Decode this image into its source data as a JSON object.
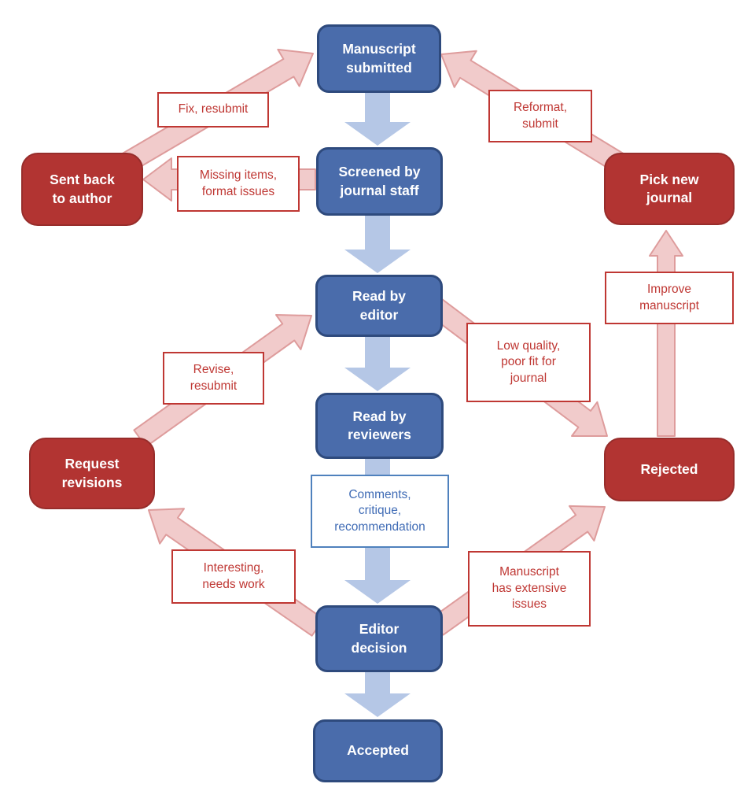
{
  "diagram_title": "Manuscript submission and review flowchart",
  "colors": {
    "background": "#FFFFFF",
    "process_node_fill": "#4A6CAB",
    "process_node_border": "#2E4A7D",
    "process_node_text": "#FFFFFF",
    "outcome_node_fill": "#B23432",
    "outcome_node_border": "#972D2B",
    "outcome_node_text": "#FFFFFF",
    "forward_arrow_fill": "#B5C7E6",
    "loop_arrow_fill": "#F1CBCB",
    "loop_arrow_stroke": "#DE9C9C",
    "red_label_border": "#BF3733",
    "red_label_text": "#BF3733",
    "blue_label_border": "#4F81BD",
    "blue_label_text": "#3F6BB5"
  },
  "nodes": {
    "manuscript_submitted": {
      "label": "Manuscript\nsubmitted",
      "type": "process"
    },
    "screened": {
      "label": "Screened by\njournal staff",
      "type": "process"
    },
    "read_editor": {
      "label": "Read by\neditor",
      "type": "process"
    },
    "read_reviewers": {
      "label": "Read by\nreviewers",
      "type": "process"
    },
    "editor_decision": {
      "label": "Editor\ndecision",
      "type": "process"
    },
    "accepted": {
      "label": "Accepted",
      "type": "process"
    },
    "sent_back": {
      "label": "Sent back\nto author",
      "type": "outcome"
    },
    "pick_new_journal": {
      "label": "Pick new\njournal",
      "type": "outcome"
    },
    "request_revisions": {
      "label": "Request\nrevisions",
      "type": "outcome"
    },
    "rejected": {
      "label": "Rejected",
      "type": "outcome"
    }
  },
  "edge_labels": {
    "fix_resubmit": "Fix, resubmit",
    "missing_items": "Missing items,\nformat issues",
    "reformat_submit": "Reformat,\nsubmit",
    "revise_resubmit": "Revise,\nresubmit",
    "low_quality": "Low quality,\npoor fit for\njournal",
    "improve_manuscript": "Improve\nmanuscript",
    "comments_critique": "Comments,\ncritique,\nrecommendation",
    "interesting_needs_work": "Interesting,\nneeds work",
    "manuscript_issues": "Manuscript\nhas extensive\nissues"
  },
  "flow": {
    "edges": [
      {
        "from": "manuscript_submitted",
        "to": "screened",
        "label": null,
        "style": "forward-blue"
      },
      {
        "from": "screened",
        "to": "read_editor",
        "label": null,
        "style": "forward-blue"
      },
      {
        "from": "read_editor",
        "to": "read_reviewers",
        "label": null,
        "style": "forward-blue"
      },
      {
        "from": "read_reviewers",
        "to": "editor_decision",
        "label": "comments_critique",
        "style": "forward-blue"
      },
      {
        "from": "editor_decision",
        "to": "accepted",
        "label": null,
        "style": "forward-blue"
      },
      {
        "from": "screened",
        "to": "sent_back",
        "label": "missing_items",
        "style": "loop-red"
      },
      {
        "from": "sent_back",
        "to": "manuscript_submitted",
        "label": "fix_resubmit",
        "style": "loop-red"
      },
      {
        "from": "pick_new_journal",
        "to": "manuscript_submitted",
        "label": "reformat_submit",
        "style": "loop-red"
      },
      {
        "from": "read_editor",
        "to": "rejected",
        "label": "low_quality",
        "style": "loop-red"
      },
      {
        "from": "rejected",
        "to": "pick_new_journal",
        "label": "improve_manuscript",
        "style": "loop-red"
      },
      {
        "from": "request_revisions",
        "to": "read_editor",
        "label": "revise_resubmit",
        "style": "loop-red"
      },
      {
        "from": "editor_decision",
        "to": "request_revisions",
        "label": "interesting_needs_work",
        "style": "loop-red"
      },
      {
        "from": "editor_decision",
        "to": "rejected",
        "label": "manuscript_issues",
        "style": "loop-red"
      }
    ]
  }
}
